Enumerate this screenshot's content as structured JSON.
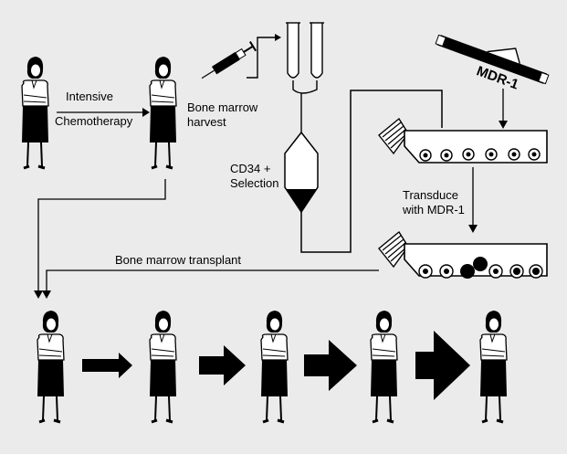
{
  "labels": {
    "intensive": "Intensive",
    "chemotherapy": "Chemotherapy",
    "bone_marrow": "Bone marrow",
    "harvest": "harvest",
    "cd34": "CD34 +",
    "selection": "Selection",
    "mdr1": "MDR-1",
    "transduce": "Transduce",
    "with_mdr1": "with MDR-1",
    "transplant": "Bone marrow transplant"
  },
  "colors": {
    "background": "#ebebeb",
    "ink": "#000000",
    "figure_fill": "#ffffff"
  }
}
